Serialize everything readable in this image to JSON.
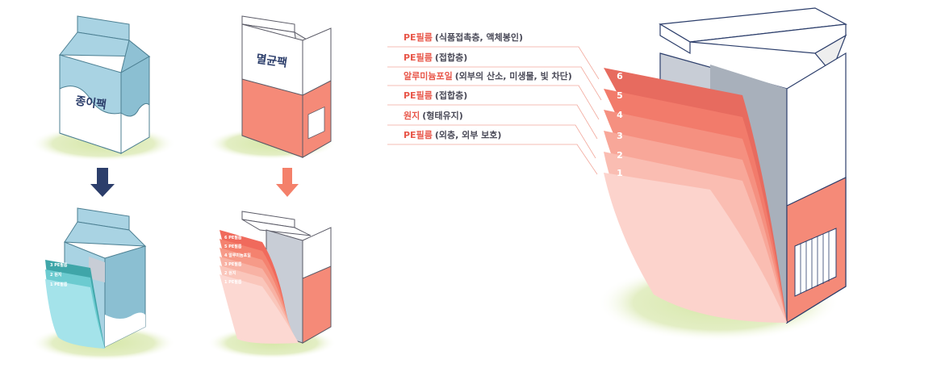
{
  "carton_labels": {
    "paper_pack": "종이팩",
    "aseptic_pack": "멸균팩"
  },
  "layers": [
    {
      "number": "6",
      "name": "PE필름",
      "desc": "(식품접촉층, 액체봉인)"
    },
    {
      "number": "5",
      "name": "PE필름",
      "desc": "(접합층)"
    },
    {
      "number": "4",
      "name": "알루미늄포일",
      "desc": "(외부의 산소, 미생물, 빛 차단)"
    },
    {
      "number": "3",
      "name": "PE필름",
      "desc": "(접합층)"
    },
    {
      "number": "2",
      "name": "원지",
      "desc": "(형태유지)"
    },
    {
      "number": "1",
      "name": "PE필름",
      "desc": "(외층, 외부 보호)"
    }
  ],
  "paper_pack_layers": [
    {
      "number": "3",
      "name": "PE필름"
    },
    {
      "number": "2",
      "name": "원지"
    },
    {
      "number": "1",
      "name": "PE필름"
    }
  ],
  "colors": {
    "accent_red": "#e8574a",
    "paper_blue": "#a9d3e3",
    "aseptic_salmon": "#f58a78",
    "ground_green": "#c9de9a",
    "arrow_navy": "#2c3e6b",
    "arrow_salmon": "#f4806a"
  }
}
